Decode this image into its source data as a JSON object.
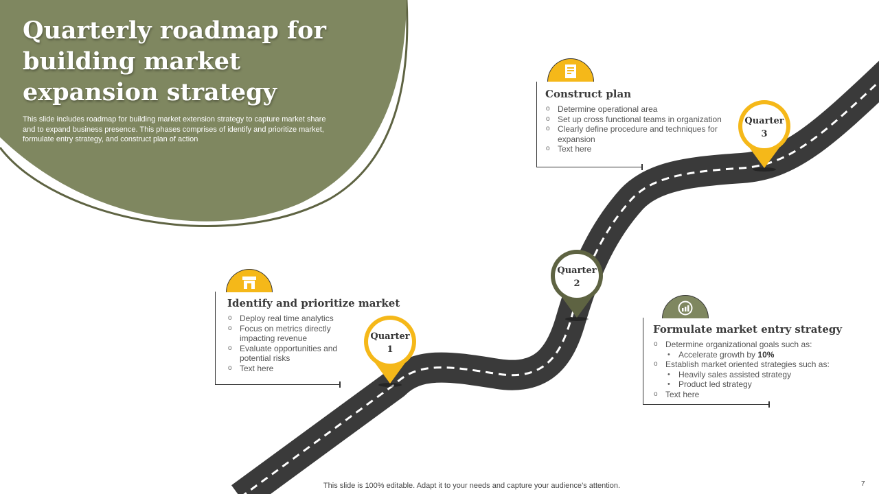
{
  "slide": {
    "title": "Quarterly roadmap for building market expansion strategy",
    "subtitle": "This slide includes roadmap for building market extension strategy to capture market share and to expand business presence. This phases comprises of identify and prioritize market, formulate entry strategy, and construct plan of action",
    "footer": "This slide is 100% editable. Adapt it to your needs and capture your audience’s attention.",
    "page_number": "7"
  },
  "colors": {
    "olive": "#7f8760",
    "dark_olive": "#5e6342",
    "yellow": "#f5b819",
    "road": "#3a3a3a"
  },
  "quarters": [
    {
      "line1": "Quarter",
      "line2": "1",
      "color": "#f5b819"
    },
    {
      "line1": "Quarter",
      "line2": "2",
      "color": "#5e6342"
    },
    {
      "line1": "Quarter",
      "line2": "3",
      "color": "#f5b819"
    }
  ],
  "cards": {
    "identify": {
      "icon": "store-icon",
      "title": "Identify and prioritize market",
      "items": [
        "Deploy real time analytics",
        "Focus on metrics directly impacting revenue",
        "Evaluate opportunities and potential risks",
        "Text here"
      ]
    },
    "construct": {
      "icon": "document-icon",
      "title": "Construct plan",
      "items": [
        "Determine operational area",
        "Set up cross functional teams in organization",
        "Clearly define procedure and techniques for expansion",
        "Text here"
      ]
    },
    "formulate": {
      "icon": "growth-chart-icon",
      "title": "Formulate market entry strategy",
      "item1": "Determine organizational goals such as:",
      "sub1_prefix": "Accelerate growth by ",
      "sub1_value": "10%",
      "item2": "Establish market oriented strategies such as:",
      "sub2": "Heavily sales assisted strategy",
      "sub3": "Product led strategy",
      "item3": "Text here"
    }
  }
}
